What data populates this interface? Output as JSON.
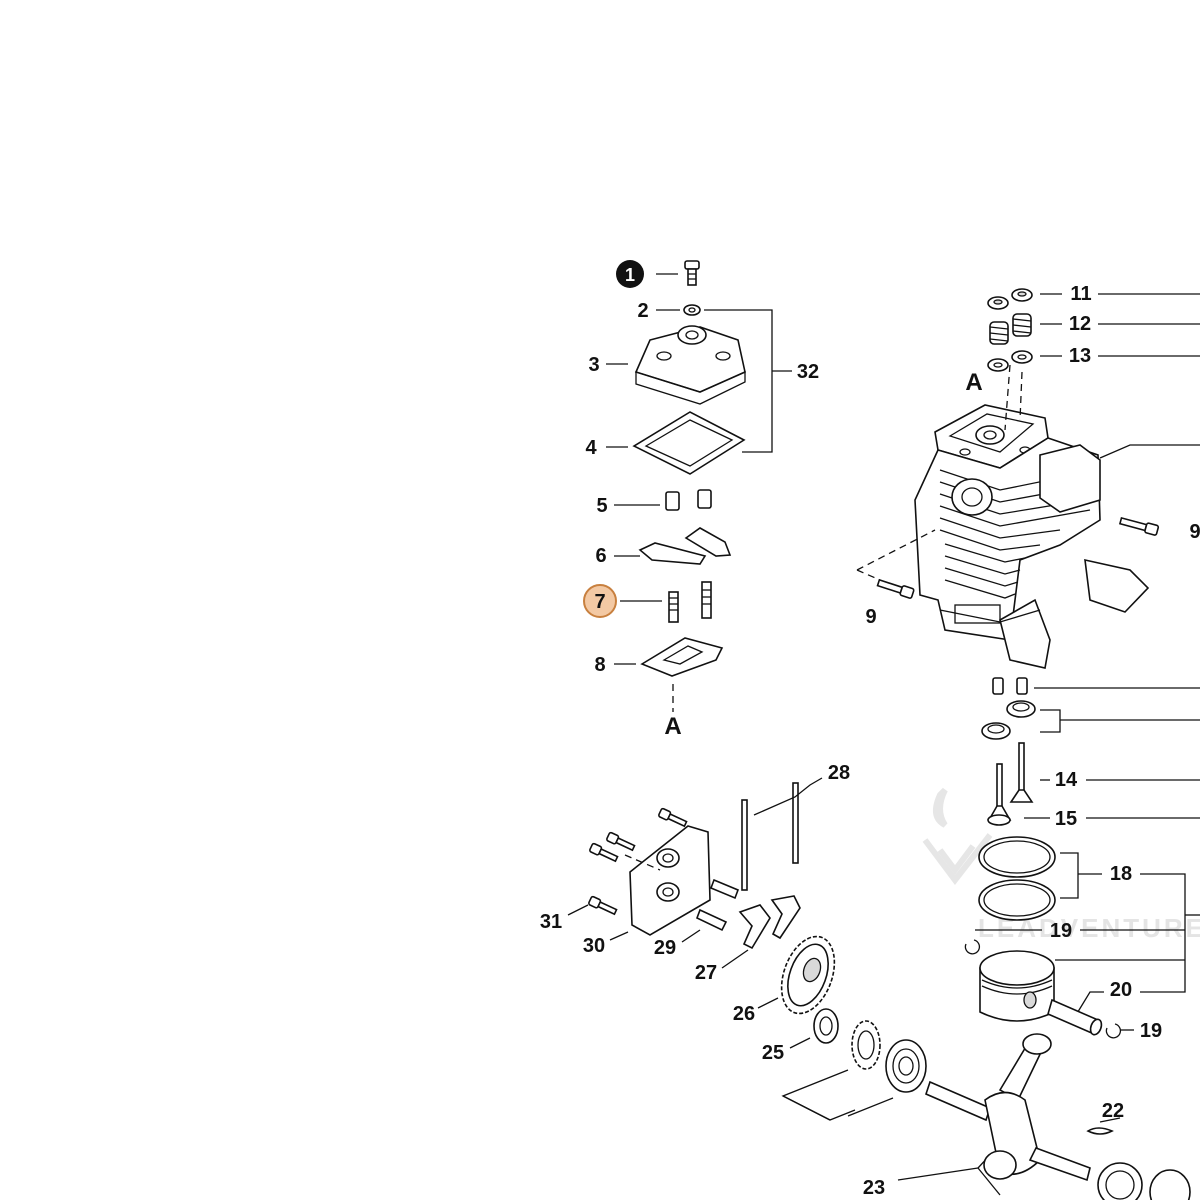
{
  "diagram": {
    "callouts": {
      "c1": "1",
      "c2": "2",
      "c3": "3",
      "c4": "4",
      "c5": "5",
      "c6": "6",
      "c7": "7",
      "c8": "8",
      "c9a": "9",
      "c9b": "9",
      "c11": "11",
      "c12": "12",
      "c13": "13",
      "c14": "14",
      "c15": "15",
      "c18": "18",
      "c19a": "19",
      "c19b": "19",
      "c20": "20",
      "c22": "22",
      "c23": "23",
      "c25": "25",
      "c26": "26",
      "c27": "27",
      "c28": "28",
      "c29": "29",
      "c30": "30",
      "c31": "31",
      "c32": "32"
    },
    "view_marker_top": "A",
    "view_marker_bottom": "A",
    "watermark": "LEADVENTURE",
    "colors": {
      "highlight_fill": "#f3c9a4",
      "highlight_stroke": "#c8803f",
      "ink": "#111111"
    }
  }
}
